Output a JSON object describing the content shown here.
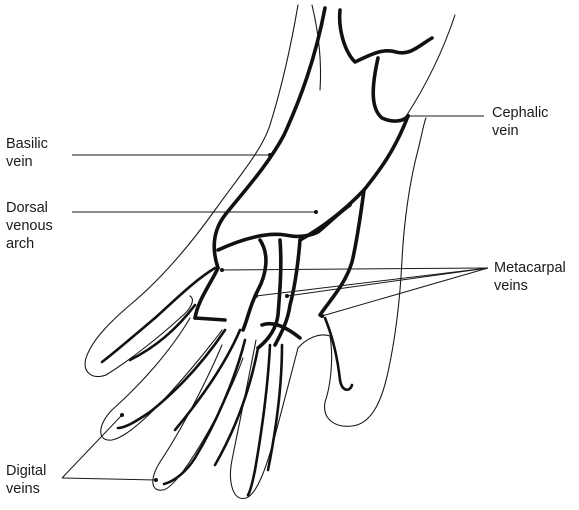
{
  "diagram": {
    "labels": {
      "basilic": [
        "Basilic",
        "vein"
      ],
      "dorsal": [
        "Dorsal",
        "venous",
        "arch"
      ],
      "cephalic": [
        "Cephalic",
        "vein"
      ],
      "metacarpal": [
        "Metacarpal",
        "veins"
      ],
      "digital": [
        "Digital",
        "veins"
      ]
    }
  }
}
